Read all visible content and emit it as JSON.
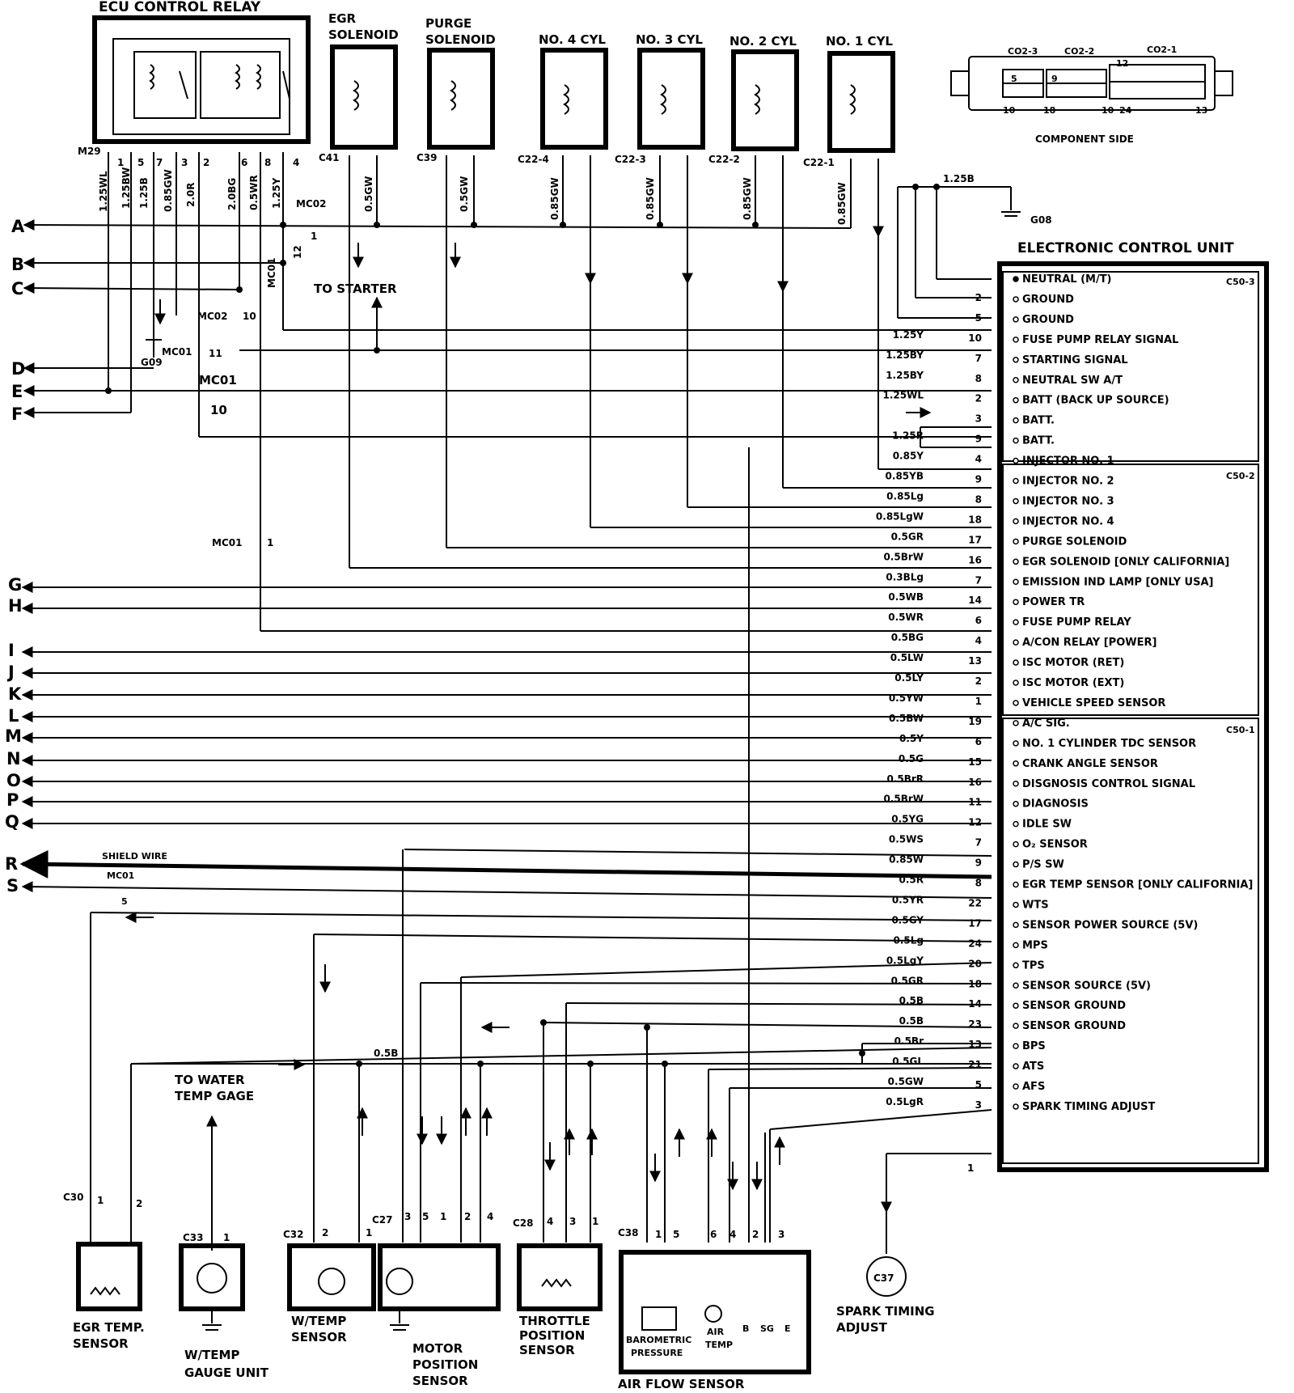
{
  "components": {
    "relay": "ECU CONTROL RELAY",
    "egr_sol": [
      "EGR",
      "SOLENOID"
    ],
    "purge_sol": [
      "PURGE",
      "SOLENOID"
    ],
    "cyl4": "NO. 4 CYL",
    "cyl3": "NO. 3 CYL",
    "cyl2": "NO. 2 CYL",
    "cyl1": "NO. 1 CYL",
    "ecu_title": "ELECTRONIC CONTROL UNIT",
    "component_side": "COMPONENT SIDE",
    "to_starter": "TO STARTER",
    "to_water": [
      "TO WATER",
      "TEMP GAGE"
    ],
    "egr_temp": [
      "EGR TEMP.",
      "SENSOR"
    ],
    "wtemp_gauge": [
      "W/TEMP",
      "GAUGE UNIT"
    ],
    "wtemp_sensor": [
      "W/TEMP",
      "SENSOR"
    ],
    "motor_pos": [
      "MOTOR",
      "POSITION",
      "SENSOR"
    ],
    "throttle": [
      "THROTTLE",
      "POSITION",
      "SENSOR"
    ],
    "air_flow": "AIR FLOW SENSOR",
    "spark": [
      "SPARK TIMING",
      "ADJUST"
    ],
    "barometric": [
      "BAROMETRIC",
      "PRESSURE"
    ],
    "air_temp": [
      "AIR",
      "TEMP"
    ],
    "afs_pins": [
      "B",
      "SG",
      "E"
    ],
    "shield": "SHIELD WIRE",
    "ground_g08": "G08",
    "ground_g09": "G09"
  },
  "connectors": {
    "m29": "M29",
    "c41": "C41",
    "c39": "C39",
    "c22_4": "C22-4",
    "c22_3": "C22-3",
    "c22_2": "C22-2",
    "c22_1": "C22-1",
    "c30": "C30",
    "c33": "C33",
    "c32": "C32",
    "c27": "C27",
    "c28": "C28",
    "c38": "C38",
    "c37": "C37",
    "mc02": "MC02",
    "mc01": "MC01",
    "co2_3": "CO2-3",
    "co2_2": "CO2-2",
    "co2_1": "CO2-1",
    "c50_3": "C50-3",
    "c50_2": "C50-2",
    "c50_1": "C50-1"
  },
  "relay_pins": [
    "1",
    "5",
    "7",
    "3",
    "2",
    "6",
    "8",
    "4"
  ],
  "relay_wires": [
    "1.25WL",
    "1.25BW",
    "1.25B",
    "0.85GW",
    "2.0R",
    "2.0BG",
    "0.5WR",
    "1.25Y"
  ],
  "sol_wire": "0.5GW",
  "inj_wire": "0.85GW",
  "g08_wire": "1.25B",
  "sensor_gnd_wire": "0.5B",
  "ecu_conn_nums": {
    "pin5": "5",
    "pin18": "18",
    "pin9": "9",
    "pin10a": "10",
    "pin10b": "10",
    "pin24": "24",
    "pin13": "13",
    "pin12": "12"
  },
  "mc_pins": {
    "mc02_1": "1",
    "mc01_12": "12",
    "mc02_10": "10",
    "mc01_11": "11",
    "mc01_10": "10",
    "mc01_1": "1",
    "mc01_5": "5"
  },
  "sensor_pins": {
    "c30": [
      "1",
      "2"
    ],
    "c33": [
      "1"
    ],
    "c32": [
      "2",
      "1"
    ],
    "c27": [
      "3",
      "5",
      "1",
      "2",
      "4"
    ],
    "c28": [
      "4",
      "3",
      "1"
    ],
    "c38": [
      "1",
      "5",
      "6",
      "4",
      "2",
      "3"
    ]
  },
  "left_letters": [
    "A",
    "B",
    "C",
    "D",
    "E",
    "F",
    "G",
    "H",
    "I",
    "J",
    "K",
    "L",
    "M",
    "N",
    "O",
    "P",
    "Q",
    "R",
    "S"
  ],
  "ecu_pins": [
    {
      "wire": "",
      "pin": "",
      "label": "NEUTRAL (M/T)"
    },
    {
      "wire": "",
      "pin": "2",
      "label": "GROUND"
    },
    {
      "wire": "",
      "pin": "5",
      "label": "GROUND"
    },
    {
      "wire": "1.25Y",
      "pin": "10",
      "label": "FUSE PUMP RELAY SIGNAL"
    },
    {
      "wire": "1.25BY",
      "pin": "7",
      "label": "STARTING SIGNAL"
    },
    {
      "wire": "1.25BY",
      "pin": "8",
      "label": "NEUTRAL SW  A/T"
    },
    {
      "wire": "1.25WL",
      "pin": "2",
      "label": "BATT (BACK UP SOURCE)"
    },
    {
      "wire": "",
      "pin": "3",
      "label": "BATT."
    },
    {
      "wire": "1.25R",
      "pin": "9",
      "label": "BATT."
    },
    {
      "wire": "0.85Y",
      "pin": "4",
      "label": "INJECTOR NO. 1"
    },
    {
      "wire": "0.85YB",
      "pin": "9",
      "label": "INJECTOR NO. 2"
    },
    {
      "wire": "0.85Lg",
      "pin": "8",
      "label": "INJECTOR NO. 3"
    },
    {
      "wire": "0.85LgW",
      "pin": "18",
      "label": "INJECTOR NO. 4"
    },
    {
      "wire": "0.5GR",
      "pin": "17",
      "label": "PURGE SOLENOID"
    },
    {
      "wire": "0.5BrW",
      "pin": "16",
      "label": "EGR SOLENOID [ONLY CALIFORNIA]"
    },
    {
      "wire": "0.3BLg",
      "pin": "7",
      "label": "EMISSION IND LAMP [ONLY USA]"
    },
    {
      "wire": "0.5WB",
      "pin": "14",
      "label": "POWER TR"
    },
    {
      "wire": "0.5WR",
      "pin": "6",
      "label": "FUSE PUMP RELAY"
    },
    {
      "wire": "0.5BG",
      "pin": "4",
      "label": "A/CON RELAY [POWER]"
    },
    {
      "wire": "0.5LW",
      "pin": "13",
      "label": "ISC MOTOR (RET)"
    },
    {
      "wire": "0.5LY",
      "pin": "2",
      "label": "ISC MOTOR (EXT)"
    },
    {
      "wire": "0.5YW",
      "pin": "1",
      "label": "VEHICLE SPEED SENSOR"
    },
    {
      "wire": "0.5BW",
      "pin": "19",
      "label": "A/C SIG."
    },
    {
      "wire": "0.5Y",
      "pin": "6",
      "label": "NO. 1 CYLINDER TDC SENSOR"
    },
    {
      "wire": "0.5G",
      "pin": "15",
      "label": "CRANK ANGLE SENSOR"
    },
    {
      "wire": "0.5BrR",
      "pin": "16",
      "label": "DISGNOSIS CONTROL SIGNAL"
    },
    {
      "wire": "0.5BrW",
      "pin": "11",
      "label": "DIAGNOSIS"
    },
    {
      "wire": "0.5YG",
      "pin": "12",
      "label": "IDLE SW"
    },
    {
      "wire": "0.5WS",
      "pin": "7",
      "label": "O₂ SENSOR"
    },
    {
      "wire": "0.85W",
      "pin": "9",
      "label": "P/S SW"
    },
    {
      "wire": "0.5R",
      "pin": "8",
      "label": "EGR TEMP SENSOR [ONLY CALIFORNIA]"
    },
    {
      "wire": "0.5YR",
      "pin": "22",
      "label": "WTS"
    },
    {
      "wire": "0.5GY",
      "pin": "17",
      "label": "SENSOR POWER SOURCE (5V)"
    },
    {
      "wire": "0.5Lg",
      "pin": "24",
      "label": "MPS"
    },
    {
      "wire": "0.5LgY",
      "pin": "20",
      "label": "TPS"
    },
    {
      "wire": "0.5GR",
      "pin": "18",
      "label": "SENSOR SOURCE (5V)"
    },
    {
      "wire": "0.5B",
      "pin": "14",
      "label": "SENSOR GROUND"
    },
    {
      "wire": "0.5B",
      "pin": "23",
      "label": "SENSOR GROUND"
    },
    {
      "wire": "0.5Br",
      "pin": "13",
      "label": "BPS"
    },
    {
      "wire": "0.5GL",
      "pin": "21",
      "label": "ATS"
    },
    {
      "wire": "0.5GW",
      "pin": "5",
      "label": "AFS"
    },
    {
      "wire": "0.5LgR",
      "pin": "3",
      "label": "SPARK TIMING ADJUST"
    }
  ],
  "ecu_last_pin": "1"
}
